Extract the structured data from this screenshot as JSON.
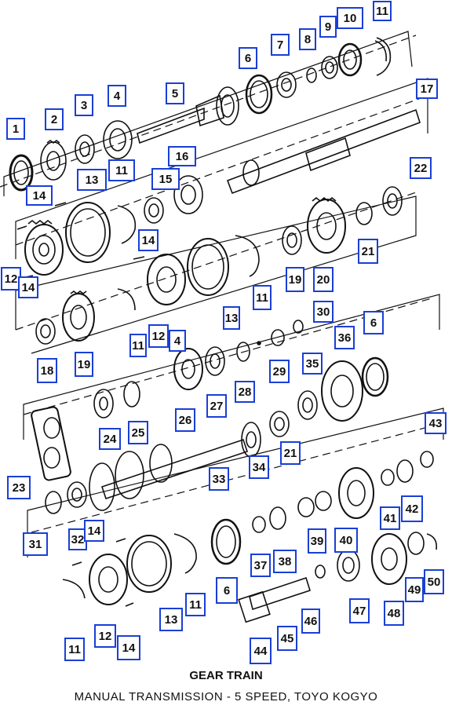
{
  "caption": {
    "title": "GEAR TRAIN",
    "subtitle": "MANUAL TRANSMISSION - 5 SPEED, TOYO KOGYO"
  },
  "callouts": [
    "1",
    "2",
    "3",
    "4",
    "5",
    "6",
    "7",
    "8",
    "9",
    "10",
    "11",
    "17",
    "14",
    "13",
    "11",
    "16",
    "15",
    "22",
    "12",
    "14",
    "14",
    "11",
    "19",
    "20",
    "21",
    "18",
    "19",
    "11",
    "12",
    "4",
    "13",
    "30",
    "6",
    "29",
    "28",
    "27",
    "26",
    "35",
    "36",
    "24",
    "25",
    "23",
    "43",
    "33",
    "34",
    "21",
    "31",
    "32",
    "14",
    "41",
    "42",
    "39",
    "40",
    "37",
    "38",
    "11",
    "6",
    "13",
    "49",
    "50",
    "12",
    "11",
    "14",
    "44",
    "45",
    "46",
    "47",
    "48"
  ],
  "colors": {
    "callout_border": "#1a3fd6",
    "ink": "#111111"
  }
}
